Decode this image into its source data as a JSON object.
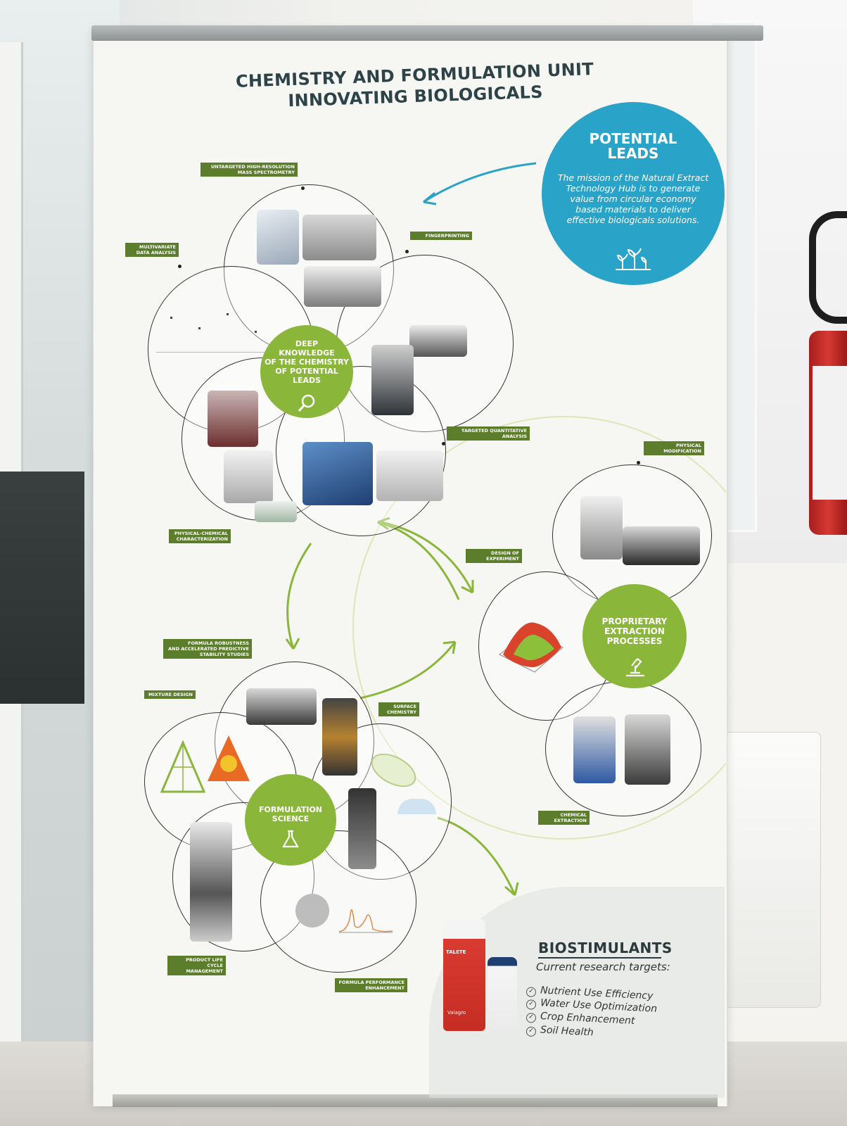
{
  "title": {
    "line1": "CHEMISTRY AND FORMULATION UNIT",
    "line2": "INNOVATING BIOLOGICALS"
  },
  "potential_leads": {
    "heading_line1": "POTENTIAL",
    "heading_line2": "LEADS",
    "mission": "The mission of the Natural Extract Technology Hub is to generate value from circular economy based materials to deliver effective biologicals solutions."
  },
  "deep_knowledge": {
    "line1": "DEEP",
    "line2": "KNOWLEDGE",
    "line3": "OF THE CHEMISTRY",
    "line4": "OF POTENTIAL",
    "line5": "LEADS"
  },
  "proprietary": {
    "line1": "PROPRIETARY",
    "line2": "EXTRACTION",
    "line3": "PROCESSES"
  },
  "formulation": {
    "line1": "FORMULATION",
    "line2": "SCIENCE"
  },
  "tags": {
    "mass_spec_1": "UNTARGETED HIGH-RESOLUTION",
    "mass_spec_2": "MASS SPECTROMETRY",
    "fingerprinting": "FINGERPRINTING",
    "multivariate_1": "MULTIVARIATE",
    "multivariate_2": "DATA ANALYSIS",
    "targeted_1": "TARGETED QUANTITATIVE",
    "targeted_2": "ANALYSIS",
    "physchem_1": "PHYSICAL-CHEMICAL",
    "physchem_2": "CHARACTERIZATION",
    "physical_mod_1": "PHYSICAL",
    "physical_mod_2": "MODIFICATION",
    "doe_1": "DESIGN OF",
    "doe_2": "EXPERIMENT",
    "chemical_ext_1": "CHEMICAL",
    "chemical_ext_2": "EXTRACTION",
    "robustness_1": "FORMULA ROBUSTNESS",
    "robustness_2": "AND ACCELERATED PREDICTIVE",
    "robustness_3": "STABILITY STUDIES",
    "mixture": "MIXTURE DESIGN",
    "surface_1": "SURFACE",
    "surface_2": "CHEMISTRY",
    "lifecycle_1": "PRODUCT LIFE CYCLE",
    "lifecycle_2": "MANAGEMENT",
    "performance_1": "FORMULA PERFORMANCE",
    "performance_2": "ENHANCEMENT"
  },
  "biostimulants": {
    "heading": "BIOSTIMULANTS",
    "subheading": "Current research targets:",
    "items": [
      "Nutrient Use Efficiency",
      "Water Use Optimization",
      "Crop Enhancement",
      "Soil Health"
    ],
    "bottle_label": "TALETE",
    "bottle_brand": "Valagro"
  },
  "colors": {
    "accent_blue": "#2aa3c8",
    "accent_green": "#8ab73a",
    "tag_green": "#5c7d2c",
    "title_dark": "#2d4348"
  },
  "icons": [
    "plants-growth-icon",
    "magnifier-icon",
    "microscope-icon",
    "flask-icon",
    "check-circle-icon"
  ]
}
